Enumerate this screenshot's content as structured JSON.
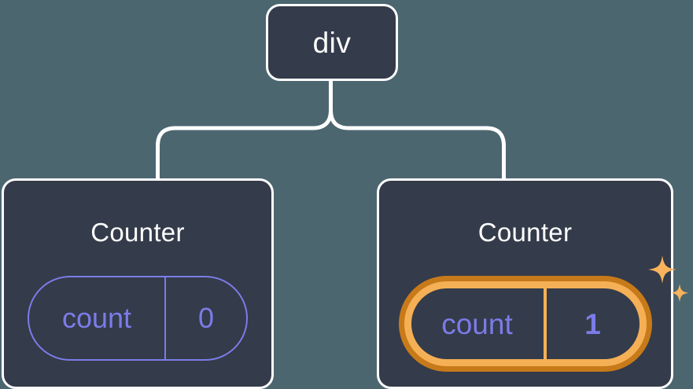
{
  "diagram": {
    "type": "component-tree",
    "background_color": "#4c6670",
    "node_fill_color": "#343b4a",
    "node_border_color": "#ffffff",
    "connector_color": "#ffffff",
    "state_color": "#7b7ce8",
    "highlight_outer_color": "#c77a19",
    "highlight_inner_color": "#f5b056"
  },
  "root": {
    "label": "div"
  },
  "children": [
    {
      "label": "Counter",
      "state": {
        "key": "count",
        "value": "0"
      },
      "highlighted": false,
      "sparkle": false
    },
    {
      "label": "Counter",
      "state": {
        "key": "count",
        "value": "1"
      },
      "highlighted": true,
      "sparkle": true
    }
  ],
  "icons": {
    "sparkle_large": "sparkle-icon",
    "sparkle_small": "sparkle-icon"
  }
}
